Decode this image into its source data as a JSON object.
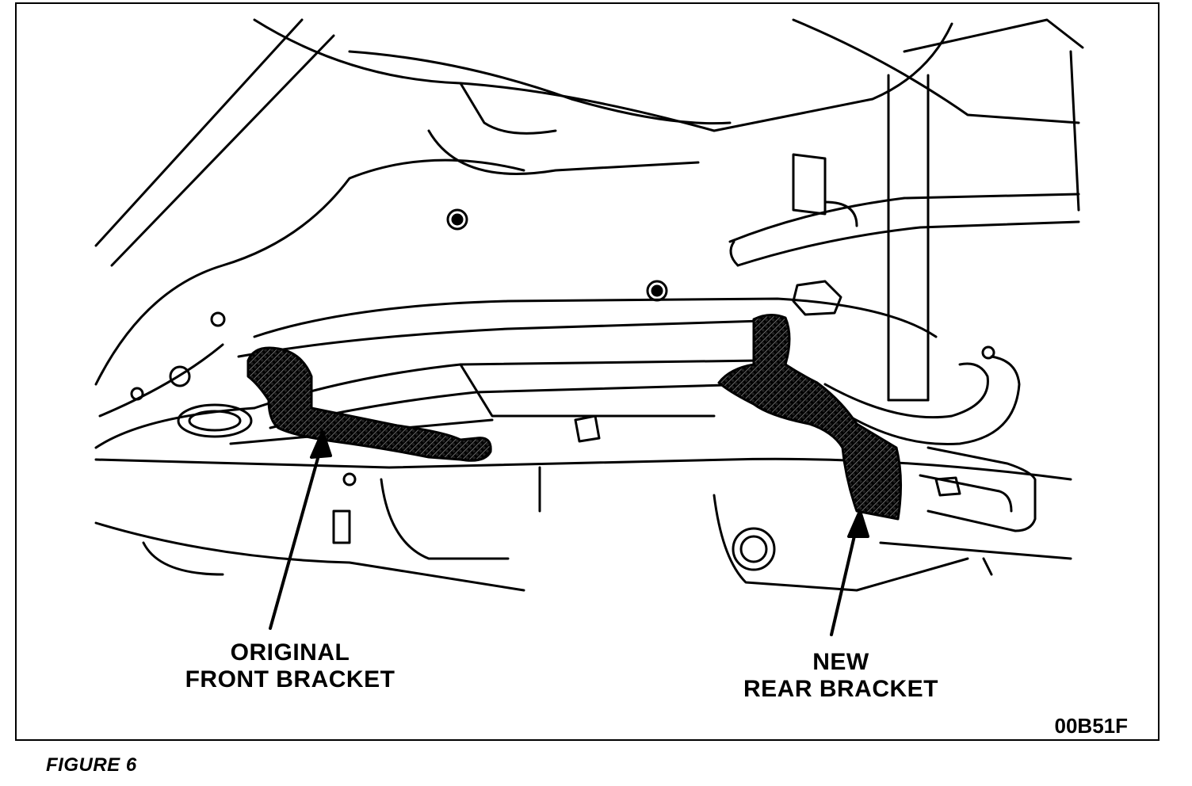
{
  "labels": {
    "front_bracket_line1": "ORIGINAL",
    "front_bracket_line2": "FRONT BRACKET",
    "rear_bracket_line1": "NEW",
    "rear_bracket_line2": "REAR BRACKET"
  },
  "figure_code": "00B51F",
  "caption": "FIGURE 6",
  "colors": {
    "ink": "#000000",
    "paper": "#ffffff"
  }
}
